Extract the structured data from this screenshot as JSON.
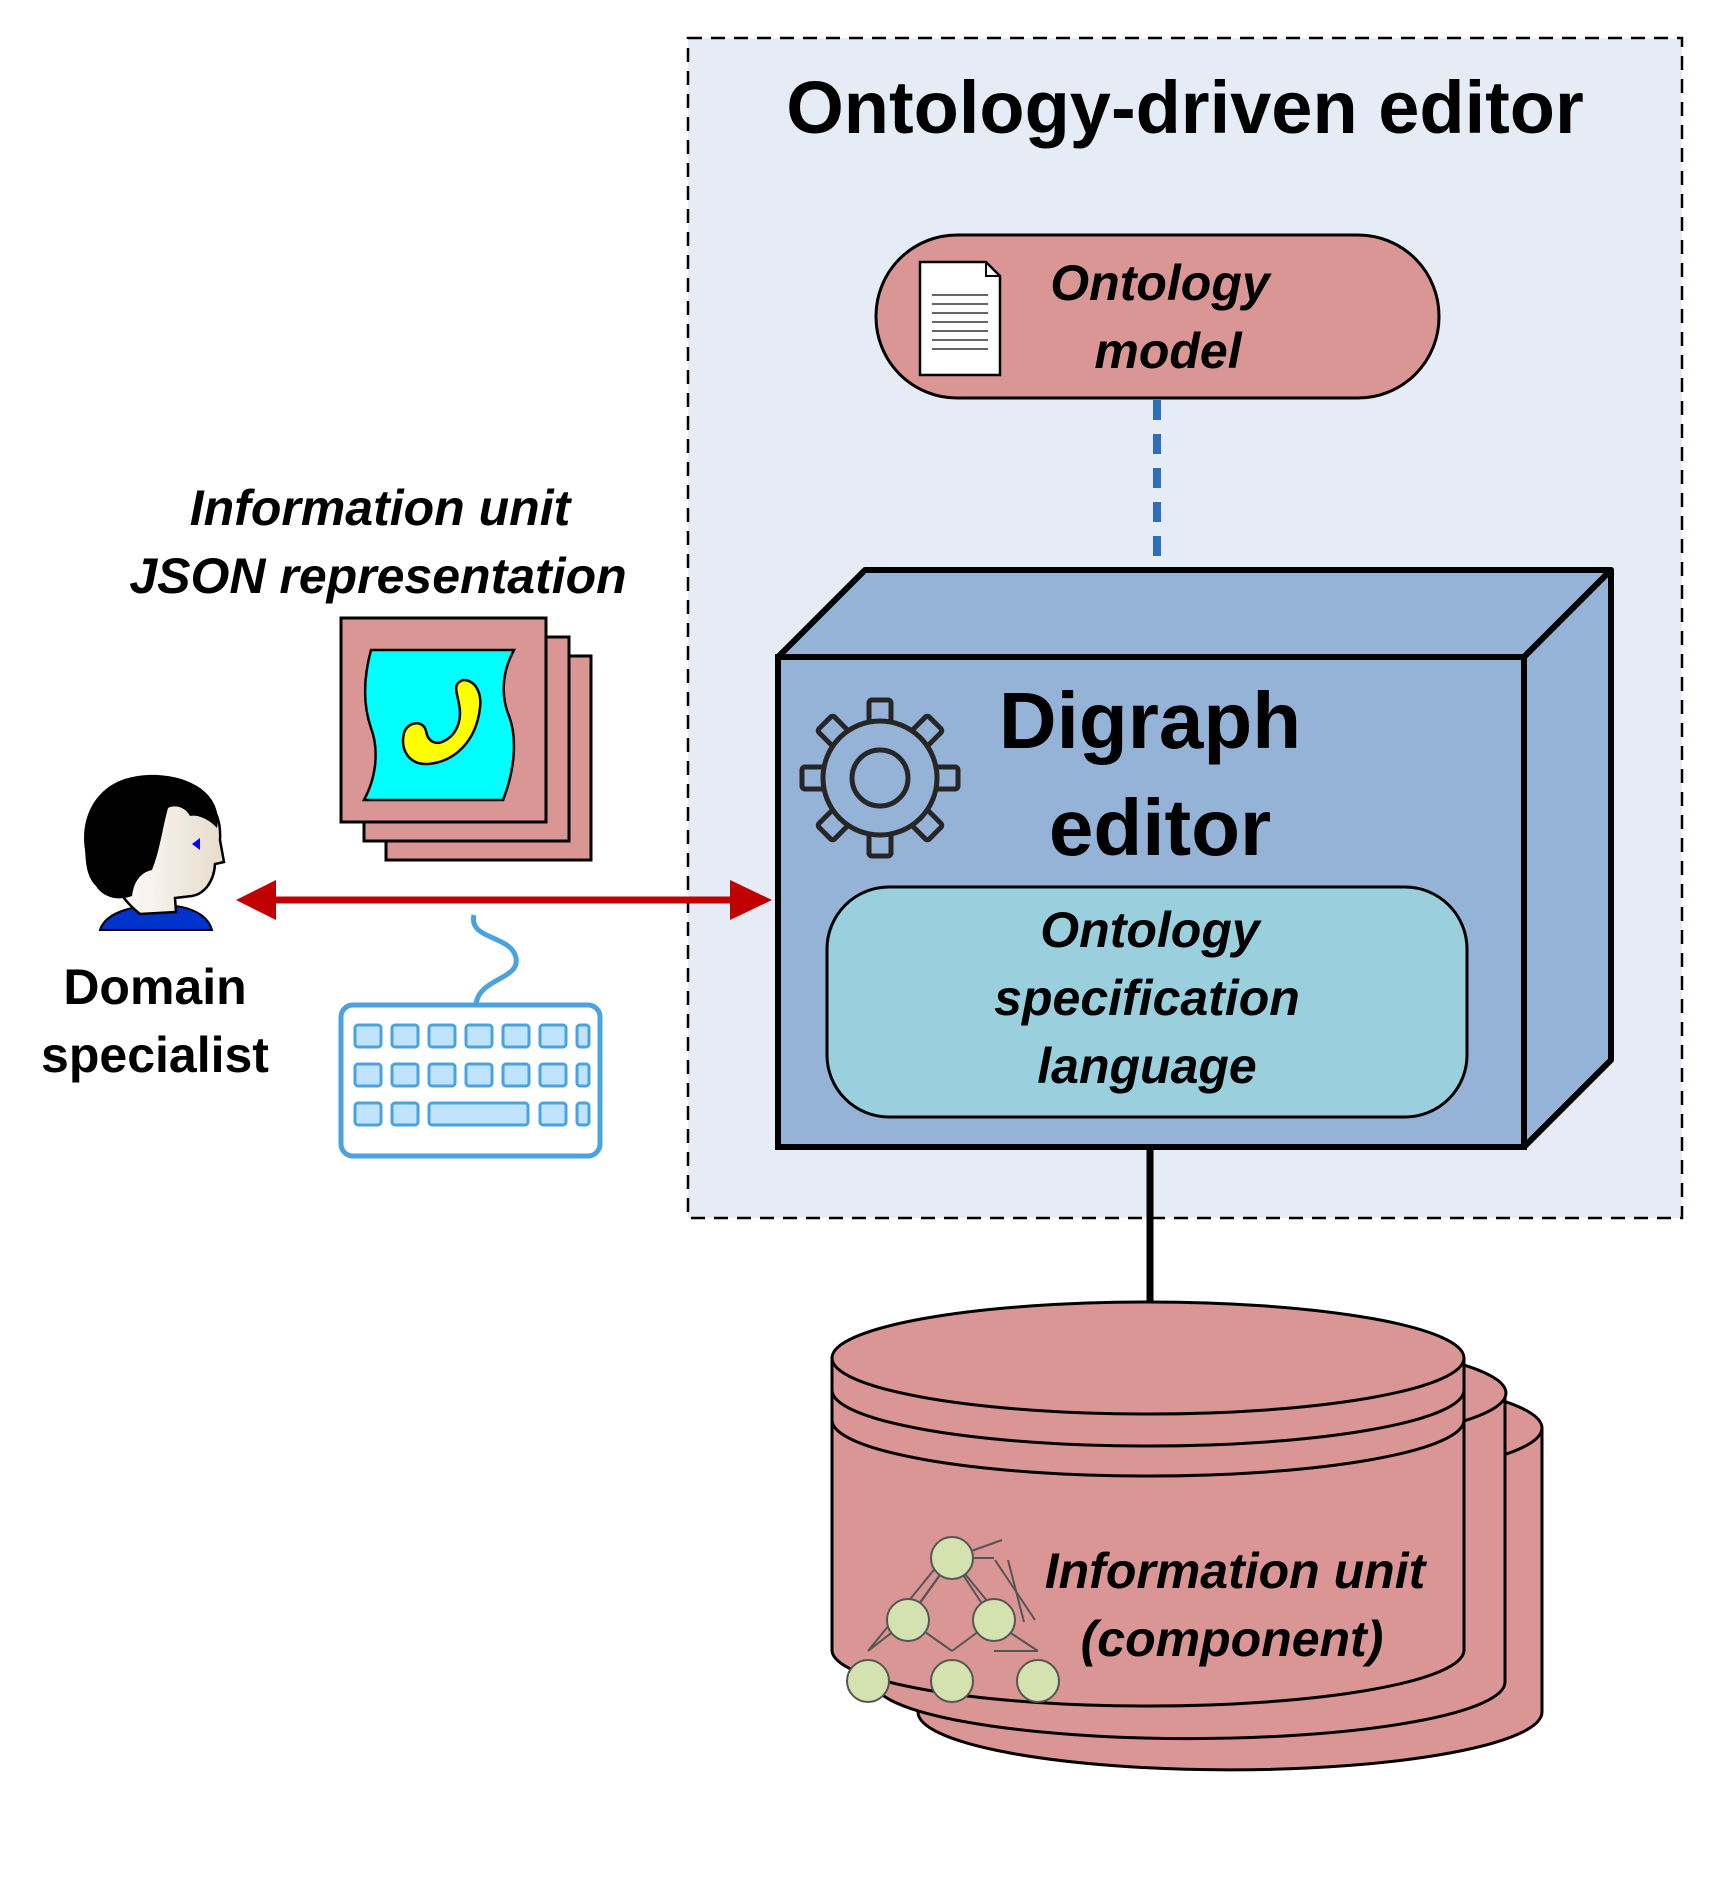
{
  "container": {
    "title": "Ontology-driven editor"
  },
  "ontology_model": {
    "line1": "Ontology",
    "line2": "model"
  },
  "digraph_editor": {
    "line1": "Digraph",
    "line2": "editor",
    "inner": {
      "line1": "Ontology",
      "line2": "specification",
      "line3": "language"
    }
  },
  "json_representation": {
    "line1": "Information unit",
    "line2": "JSON representation"
  },
  "domain_specialist": {
    "line1": "Domain",
    "line2": "specialist"
  },
  "information_unit": {
    "line1": "Information unit",
    "line2": "(component)"
  },
  "icons": [
    "document-icon",
    "gear-icon",
    "json-file-icon",
    "user-icon",
    "keyboard-icon",
    "tree-graph-icon",
    "database-icon"
  ],
  "colors": {
    "container_bg": "#e6ecf5",
    "salmon": "#d99694",
    "box_blue": "#95b3d7",
    "inner_teal": "#9ad0dd",
    "red_arrow": "#c00000",
    "blue_dashed_arrow": "#2f6fba",
    "keyboard_blue": "#4aa3df",
    "node_green": "#d4e2b0"
  }
}
